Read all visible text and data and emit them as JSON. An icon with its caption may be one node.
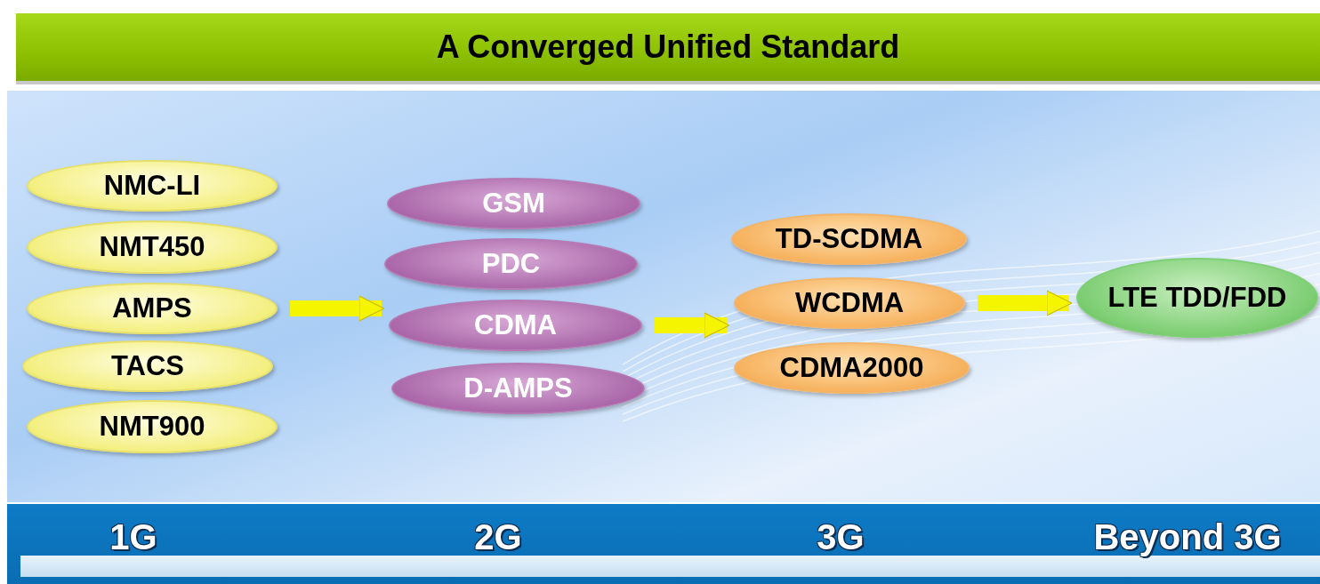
{
  "diagram": {
    "title": "A Converged Unified Standard",
    "nodes": [
      {
        "text": [
          "NMC-LI"
        ]
      },
      {
        "text": [
          "NMT450"
        ]
      },
      {
        "text": [
          "AMPS"
        ]
      },
      {
        "text": [
          "TACS"
        ]
      },
      {
        "text": [
          "NMT900"
        ]
      },
      {
        "text": [
          "GSM"
        ]
      },
      {
        "text": [
          "PDC"
        ]
      },
      {
        "text": [
          "CDMA"
        ]
      },
      {
        "text": [
          "D-AMPS"
        ]
      },
      {
        "text": [
          "TD-SCDMA"
        ]
      },
      {
        "text": [
          "WCDMA"
        ]
      },
      {
        "text": [
          "CDMA2000"
        ]
      },
      {
        "text": [
          "LTE TDD/FDD"
        ]
      }
    ],
    "edges": [
      {
        "from": 2,
        "to": 7,
        "arrow": "to"
      },
      {
        "from": 7,
        "to": 10,
        "arrow": "to"
      },
      {
        "from": 10,
        "to": 12,
        "arrow": "to"
      }
    ],
    "labels": [
      "1G",
      "2G",
      "3G",
      "Beyond 3G"
    ]
  }
}
